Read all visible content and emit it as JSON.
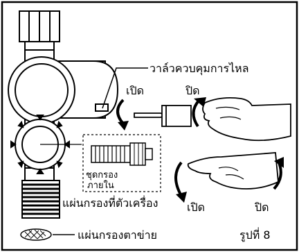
{
  "labels": {
    "flow_valve": "วาล์วควบคุมการไหล",
    "open_top": "เปิด",
    "close_top": "ปิด",
    "inner_filter_line1": "ชุดกรอง",
    "inner_filter_line2": "ภายใน",
    "body_filter": "แผ่นกรองที่ตัวเครื่อง",
    "open_bottom": "เปิด",
    "close_bottom": "ปิด",
    "mesh_filter": "แผ่นกรองตาข่าย",
    "figure_number": "รูปที่ 8"
  },
  "colors": {
    "ink": "#000000",
    "background": "#ffffff"
  },
  "icons": {
    "screwdriver": "screwdriver-icon",
    "hand": "hand-icon",
    "rotate_arrow": "rotate-arrow-icon",
    "mesh_filter": "mesh-disc-icon"
  }
}
